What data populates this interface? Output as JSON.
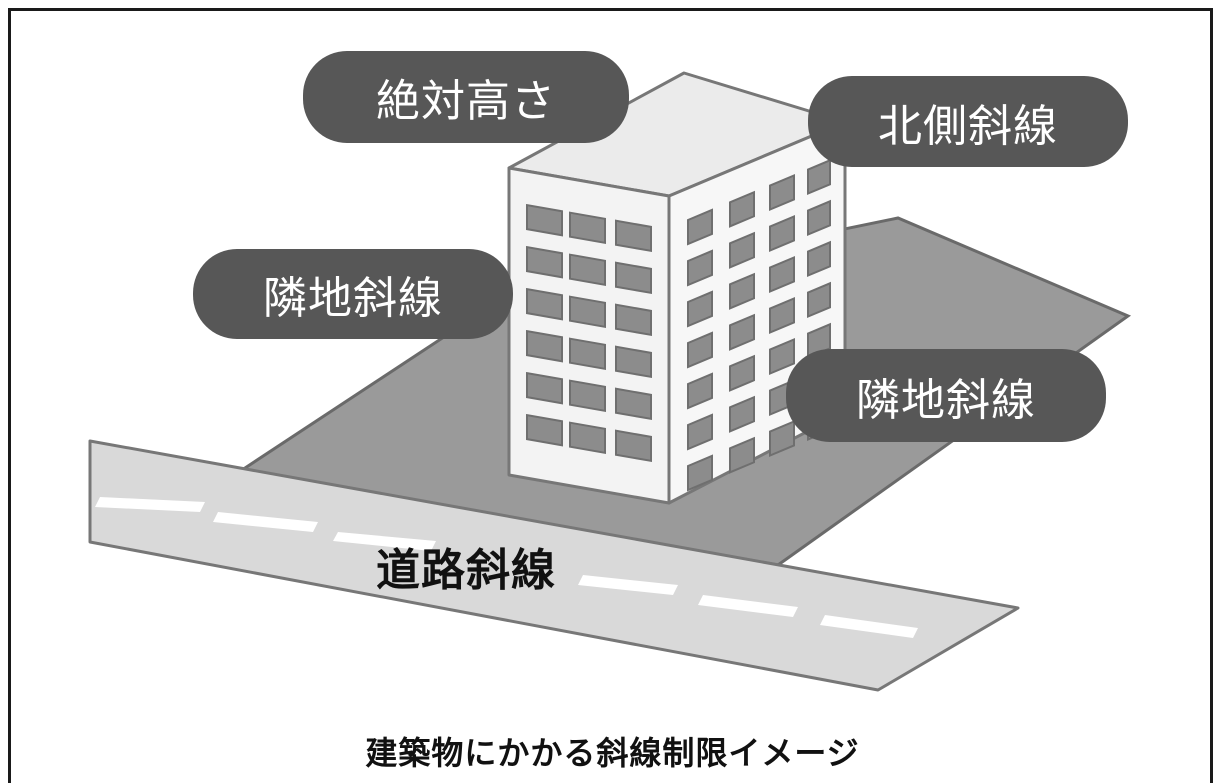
{
  "labels": {
    "absolute_height": "絶対高さ",
    "north_slope": "北側斜線",
    "adjacent_slope_left": "隣地斜線",
    "adjacent_slope_right": "隣地斜線",
    "road_slope": "道路斜線"
  },
  "caption": "建築物にかかる斜線制限イメージ",
  "colors": {
    "pill": "#575757",
    "lot": "#9a9a9a",
    "road": "#d9d9d9",
    "building_front": "#f3f3f3",
    "building_top": "#ebebeb",
    "window": "#8c8c8c",
    "outline": "#6f6f6f"
  }
}
